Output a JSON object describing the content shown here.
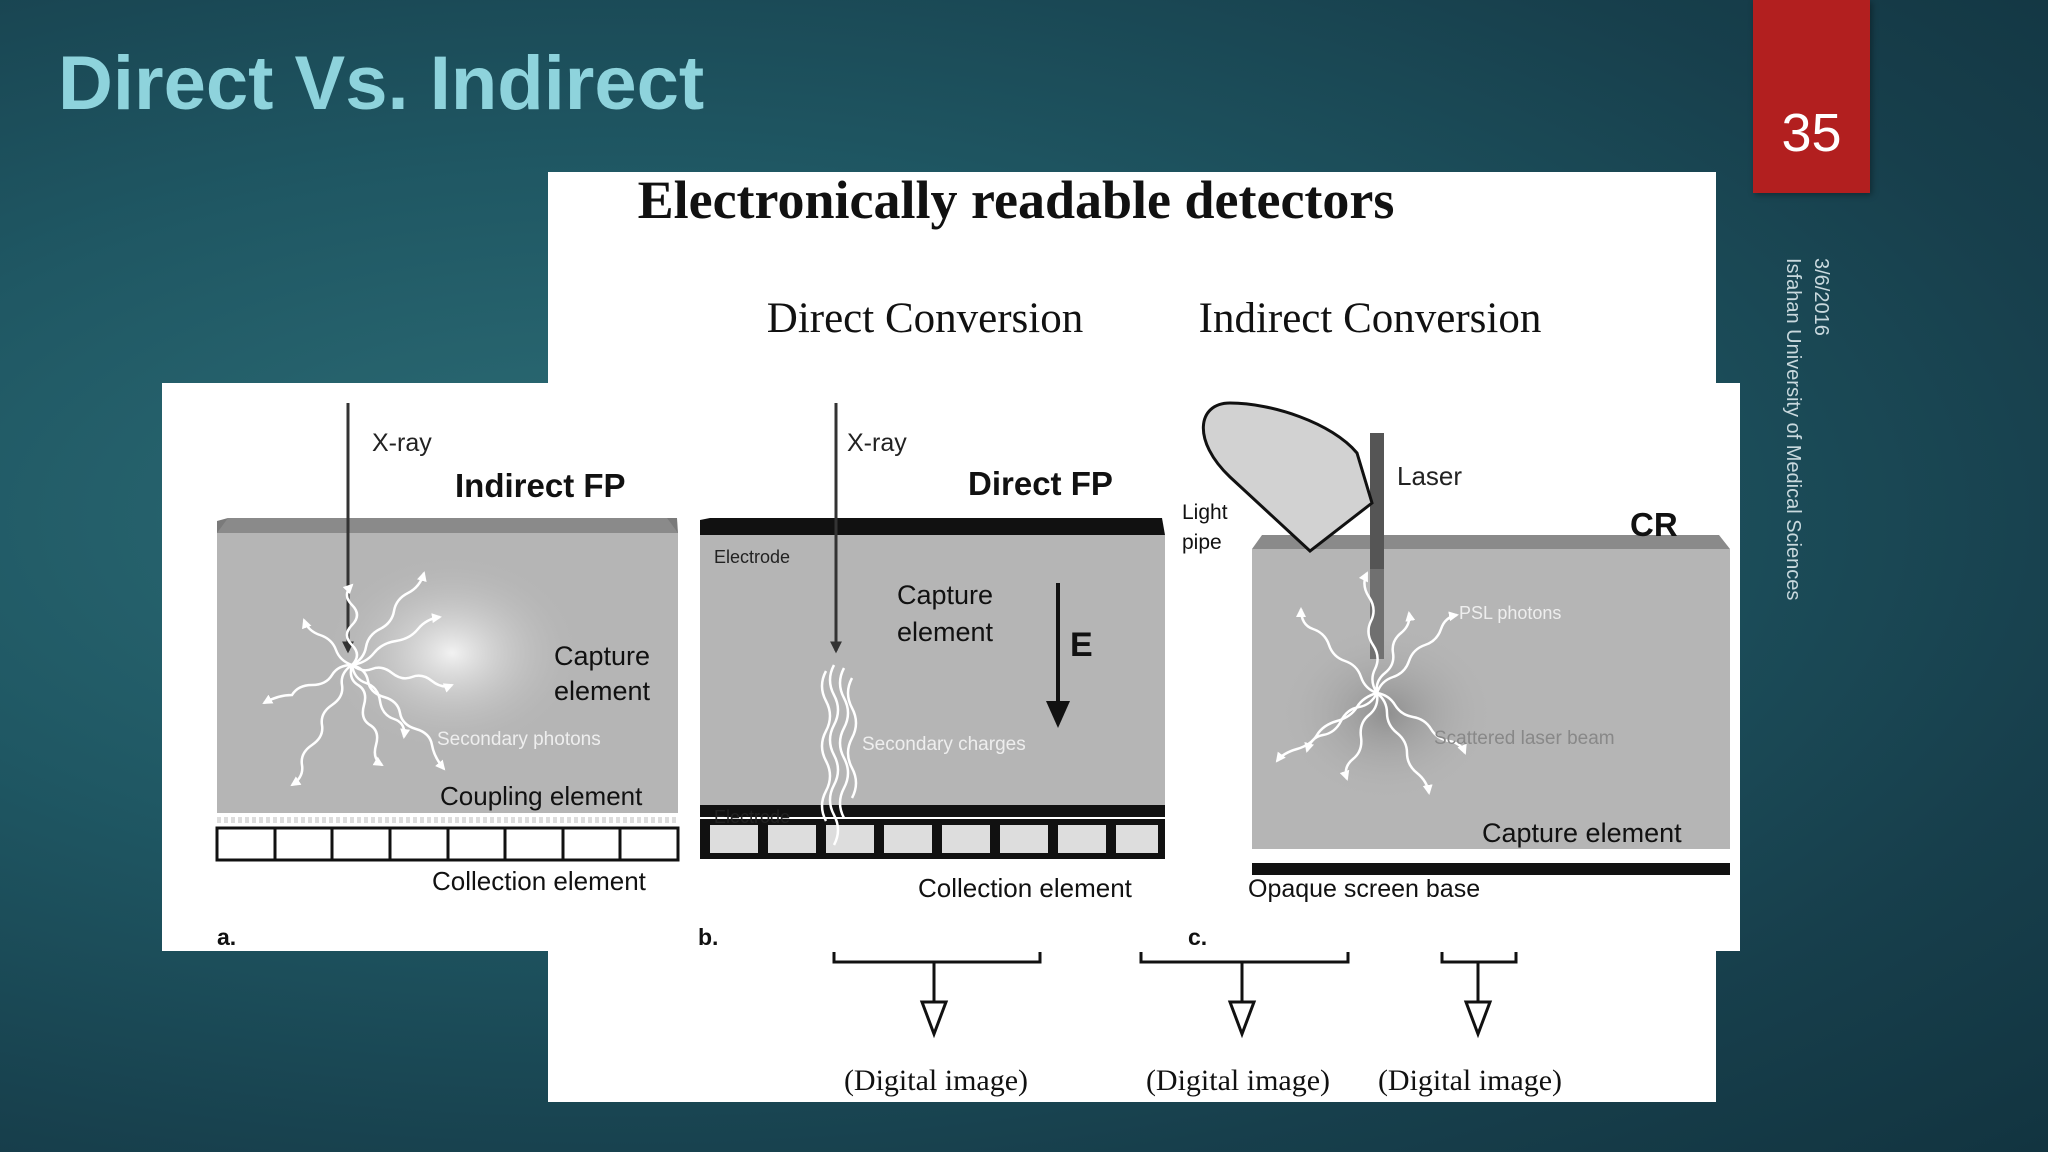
{
  "slide": {
    "title": "Direct Vs. Indirect",
    "page_number": "35",
    "date": "3/6/2016",
    "institution": "Isfahan University of Medical Sciences"
  },
  "back_figure": {
    "title": "Electronically readable detectors",
    "col_direct": "Direct Conversion",
    "col_indirect": "Indirect Conversion",
    "outputs": [
      "(Digital image)",
      "(Digital image)",
      "(Digital image)"
    ]
  },
  "panel_a": {
    "tag": "a.",
    "title": "Indirect FP",
    "xray": "X-ray",
    "capture_1": "Capture",
    "capture_2": "element",
    "secondary": "Secondary photons",
    "coupling": "Coupling element",
    "collection": "Collection element"
  },
  "panel_b": {
    "tag": "b.",
    "title": "Direct FP",
    "xray": "X-ray",
    "electrode_top": "Electrode",
    "capture_1": "Capture",
    "capture_2": "element",
    "field": "E",
    "secondary": "Secondary charges",
    "electrode_bottom": "Electrode",
    "collection": "Collection element"
  },
  "panel_c": {
    "tag": "c.",
    "title": "CR",
    "light_1": "Light",
    "light_2": "pipe",
    "laser": "Laser",
    "psl": "PSL photons",
    "scattered": "Scattered laser beam",
    "capture": "Capture element",
    "base": "Opaque screen base"
  },
  "colors": {
    "background": "#1f5763",
    "title": "#8ed3dc",
    "badge": "#b21f1f",
    "detector_gray": "#b5b5b5"
  }
}
